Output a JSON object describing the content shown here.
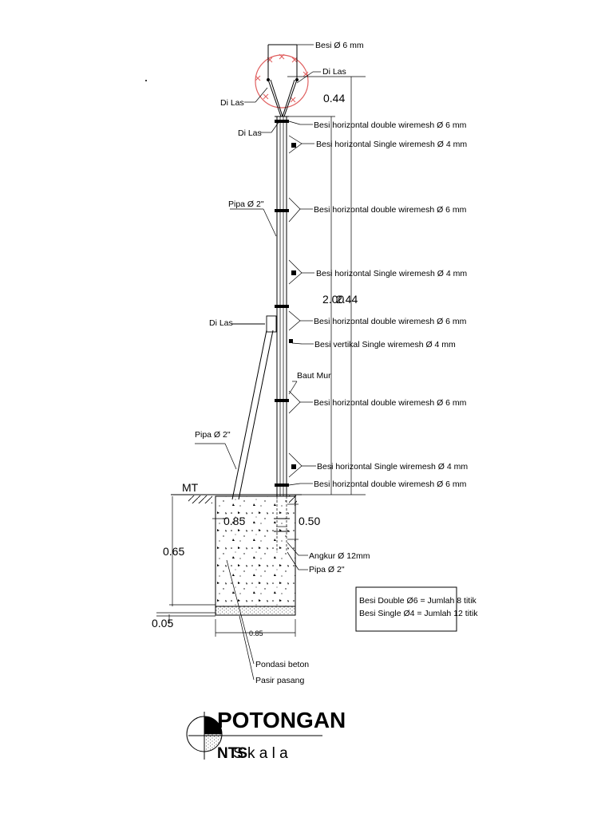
{
  "labels": {
    "besi_top": "Besi Ø 6 mm",
    "di_las_top_right": "Di Las",
    "di_las_left_1": "Di Las",
    "di_las_left_2": "Di Las",
    "di_las_left_3": "Di Las",
    "pipa_upper": "Pipa Ø 2\"",
    "pipa_brace": "Pipa Ø 2\"",
    "pipa_bottom": "Pipa Ø 2\"",
    "baut_mur": "Baut Mur",
    "angkur": "Angkur Ø 12mm",
    "mt": "MT",
    "pondasi": "Pondasi beton",
    "pasir": "Pasir pasang"
  },
  "wire_labels": [
    "Besi horizontal  double wiremesh Ø 6 mm",
    "Besi horizontal Single wiremesh Ø 4 mm",
    "Besi horizontal  double wiremesh Ø 6 mm",
    "Besi horizontal Single wiremesh Ø 4 mm",
    "Besi horizontal  double wiremesh Ø 6 mm",
    "Besi vertikal Single wiremesh Ø 4 mm",
    "Besi horizontal  double wiremesh Ø 6 mm",
    "Besi horizontal Single wiremesh Ø 4 mm",
    "Besi horizontal  double wiremesh Ø 6 mm"
  ],
  "dimensions": {
    "d_044": "0.44",
    "d_200": "2.00",
    "d_244": "2.44",
    "d_085_top": "0.85",
    "d_050": "0.50",
    "d_065": "0.65",
    "d_005": "0.05",
    "d_085_bottom": "0.85"
  },
  "legend": {
    "line1": "Besi Double Ø6 = Jumlah 8 titik",
    "line2": "Besi Single Ø4 = Jumlah 12 titik"
  },
  "title": {
    "main": "POTONGAN",
    "sub": "NTS",
    "scale": "S k a l a"
  },
  "colors": {
    "ink": "#000000",
    "barbed": "#e06060",
    "background": "#ffffff"
  }
}
